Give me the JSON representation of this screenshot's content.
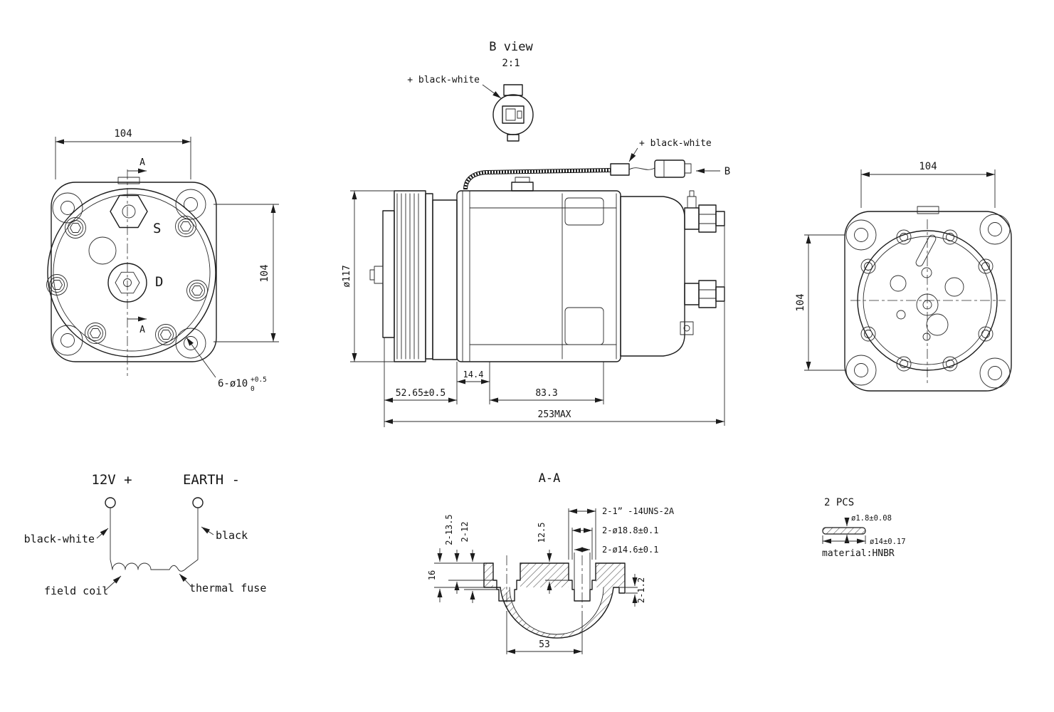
{
  "colors": {
    "line": "#1c1c1c",
    "background": "#ffffff"
  },
  "b_view": {
    "title": "B view",
    "scale": "2:1",
    "wire_label": "+ black-white"
  },
  "front_view": {
    "dim_top": "104",
    "dim_right": "104",
    "section_label_top": "A",
    "section_label_bottom": "A",
    "port_suction": "S",
    "port_discharge": "D",
    "bolt_note": "6-ø10",
    "bolt_tol_upper": "+0.5",
    "bolt_tol_lower": "0"
  },
  "side_view": {
    "wire_label": "+ black-white",
    "view_label": "B",
    "dim_pulley_dia": "ø117",
    "dim_clutch": "52.65±0.5",
    "dim_gap": "14.4",
    "dim_body": "83.3",
    "dim_overall": "253MAX"
  },
  "rear_view": {
    "dim_top": "104",
    "dim_left": "104"
  },
  "wiring_diagram": {
    "terminal_positive": "12V +",
    "terminal_earth": "EARTH -",
    "wire_positive": "black-white",
    "wire_earth": "black",
    "component_coil": "field coil",
    "component_fuse": "thermal fuse"
  },
  "section_aa": {
    "title": "A-A",
    "dim_thread": "2-1” -14UNS-2A",
    "dim_bore_large": "2-ø18.8±0.1",
    "dim_bore_small": "2-ø14.6±0.1",
    "dim_depth_left_1": "2-13.5",
    "dim_depth_left_2": "2-12",
    "dim_depth_mid": "12.5",
    "dim_height": "16",
    "dim_step": "2-1.2",
    "dim_span": "53"
  },
  "oring_detail": {
    "quantity": "2 PCS",
    "dim_cross_section": "ø1.8±0.08",
    "dim_inner_dia": "ø14±0.17",
    "material": "material:HNBR"
  }
}
